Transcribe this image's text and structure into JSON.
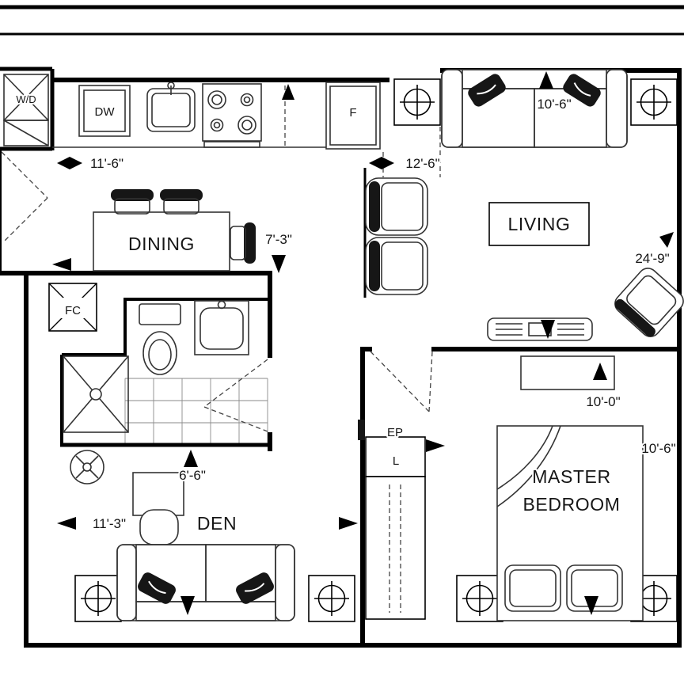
{
  "colors": {
    "wall": "#000000",
    "ink": "#161616",
    "background": "#ffffff"
  },
  "rooms": {
    "living": "LIVING",
    "dining": "DINING",
    "den": "DEN",
    "master_line1": "MASTER",
    "master_line2": "BEDROOM"
  },
  "fixtures": {
    "washer_dryer": "W/D",
    "dishwasher": "DW",
    "fridge": "F",
    "fan_coil": "FC",
    "electrical_panel": "EP",
    "linen": "L"
  },
  "dimensions": {
    "kitchen": "11'-6\"",
    "entry": "12'-6\"",
    "living_width": "10'-6\"",
    "dining": "7'-3\"",
    "living_length": "24'-9\"",
    "master_width": "10'-0\"",
    "master_depth": "10'-6\"",
    "bathroom": "6'-6\"",
    "den": "11'-3\""
  }
}
